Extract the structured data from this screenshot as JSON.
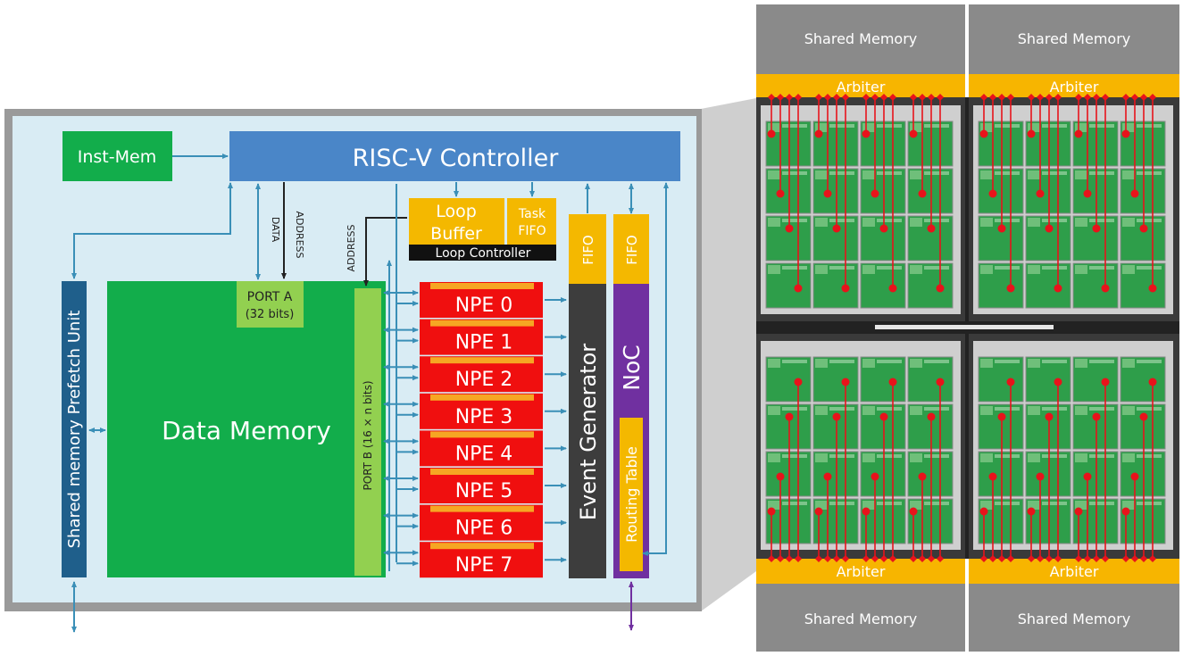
{
  "core": {
    "inst_mem": "Inst-Mem",
    "controller": "RISC-V Controller",
    "prefetch": "Shared memory Prefetch Unit",
    "data_memory": "Data Memory",
    "port_a_line1": "PORT A",
    "port_a_line2": "(32 bits)",
    "port_b": "PORT B (16 × n bits)",
    "data_label": "DATA",
    "address_label": "ADDRESS",
    "address_label_2": "ADDRESS",
    "loop_buffer_line1": "Loop",
    "loop_buffer_line2": "Buffer",
    "task_fifo_line1": "Task",
    "task_fifo_line2": "FIFO",
    "loop_controller": "Loop Controller",
    "fifo_left": "FIFO",
    "fifo_right": "FIFO",
    "event_generator": "Event Generator",
    "noc": "NoC",
    "routing_table": "Routing Table",
    "npes": [
      "NPE 0",
      "NPE 1",
      "NPE 2",
      "NPE 3",
      "NPE 4",
      "NPE 5",
      "NPE 6",
      "NPE 7"
    ]
  },
  "cluster": {
    "shared_memory_tl": "Shared Memory",
    "shared_memory_tr": "Shared Memory",
    "shared_memory_bl": "Shared Memory",
    "shared_memory_br": "Shared Memory",
    "arbiter_tl": "Arbiter",
    "arbiter_tr": "Arbiter",
    "arbiter_bl": "Arbiter",
    "arbiter_br": "Arbiter"
  },
  "colors": {
    "controller_blue": "#4a86c8",
    "memory_green": "#12ad4b",
    "port_green": "#92d050",
    "npe_red": "#f00f0f",
    "npe_stripe": "#f6a623",
    "fifo_yellow": "#f4b800",
    "event_gray": "#3d3d3d",
    "noc_purple": "#7030a0",
    "prefetch_blue": "#1f5f8b",
    "arrow_teal": "#3a8fb7",
    "core_bg": "#d9ecf4",
    "arbiter_yellow": "#f7b500",
    "shared_mem_gray": "#8a8a8a",
    "link_red": "#e8131b"
  }
}
